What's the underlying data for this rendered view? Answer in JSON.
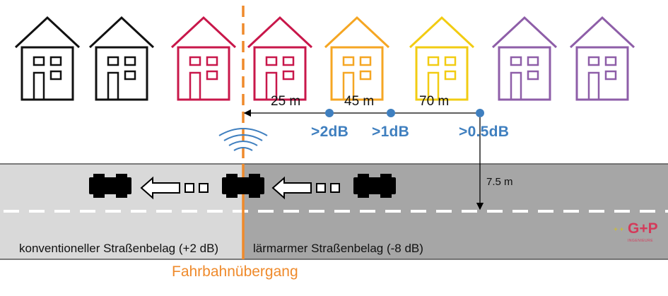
{
  "distances": {
    "d1": "25 m",
    "d2": "45 m",
    "d3": "70 m",
    "offset": "7.5 m"
  },
  "reductions": {
    "r1": ">2dB",
    "r2": ">1dB",
    "r3": ">0.5dB"
  },
  "road": {
    "left_label": "konventioneller Straßenbelag (+2 dB)",
    "right_label": "lärmarmer Straßenbelag (-8 dB)",
    "transition_label": "Fahrbahnübergang"
  },
  "logo": {
    "plus": "+ +",
    "name": "G+P",
    "sub": "INGENIEURE"
  },
  "colors": {
    "house_black": "#111111",
    "house_red": "#c8174a",
    "house_orange": "#f5a623",
    "house_yellow": "#f2cc12",
    "house_purple": "#8e5ea8",
    "transition": "#ef8a2b",
    "point_blue": "#3f7fbf",
    "road_light": "#d9d9d9",
    "road_dark": "#a6a6a6"
  },
  "houses": [
    "black",
    "black",
    "red",
    "red",
    "orange",
    "yellow",
    "purple",
    "purple"
  ]
}
